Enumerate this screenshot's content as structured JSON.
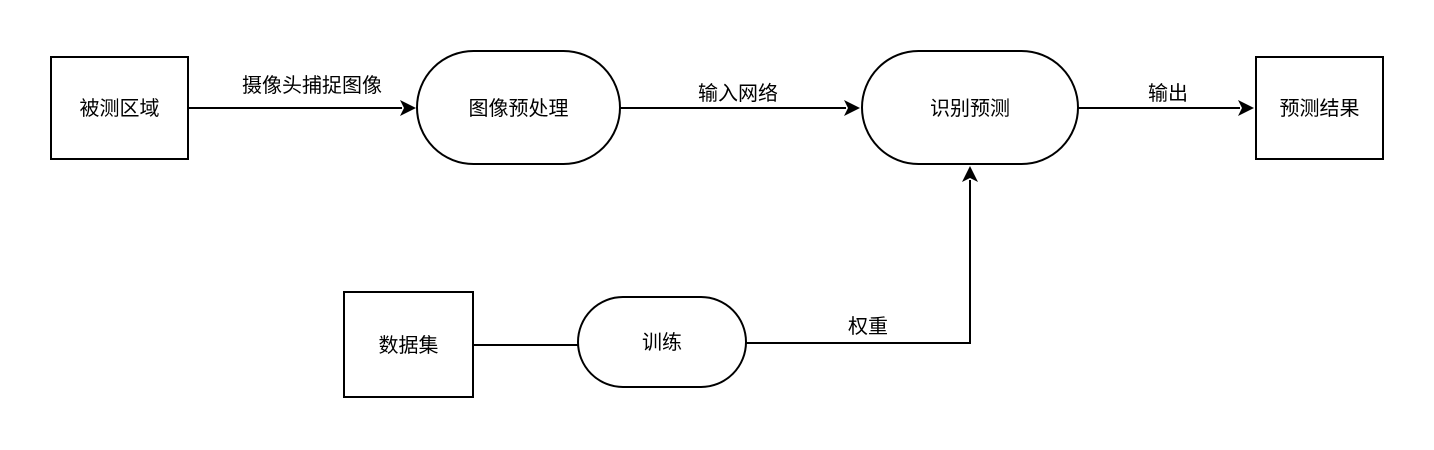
{
  "nodes": {
    "monitored_area": {
      "label": "被测区域",
      "shape": "rectangle"
    },
    "preprocess": {
      "label": "图像预处理",
      "shape": "rounded-terminal"
    },
    "recognize": {
      "label": "识别预测",
      "shape": "rounded-terminal"
    },
    "result": {
      "label": "预测结果",
      "shape": "rectangle"
    },
    "dataset": {
      "label": "数据集",
      "shape": "rectangle"
    },
    "training": {
      "label": "训练",
      "shape": "rounded-terminal"
    }
  },
  "edges": [
    {
      "from": "monitored_area",
      "to": "preprocess",
      "label": "摄像头捕捉图像",
      "arrow": true
    },
    {
      "from": "preprocess",
      "to": "recognize",
      "label": "输入网络",
      "arrow": true
    },
    {
      "from": "recognize",
      "to": "result",
      "label": "输出",
      "arrow": true
    },
    {
      "from": "dataset",
      "to": "training",
      "label": "",
      "arrow": false
    },
    {
      "from": "training",
      "to": "recognize",
      "label": "权重",
      "arrow": true
    }
  ],
  "colors": {
    "stroke": "#000000",
    "fill": "#ffffff",
    "text": "#000000"
  }
}
